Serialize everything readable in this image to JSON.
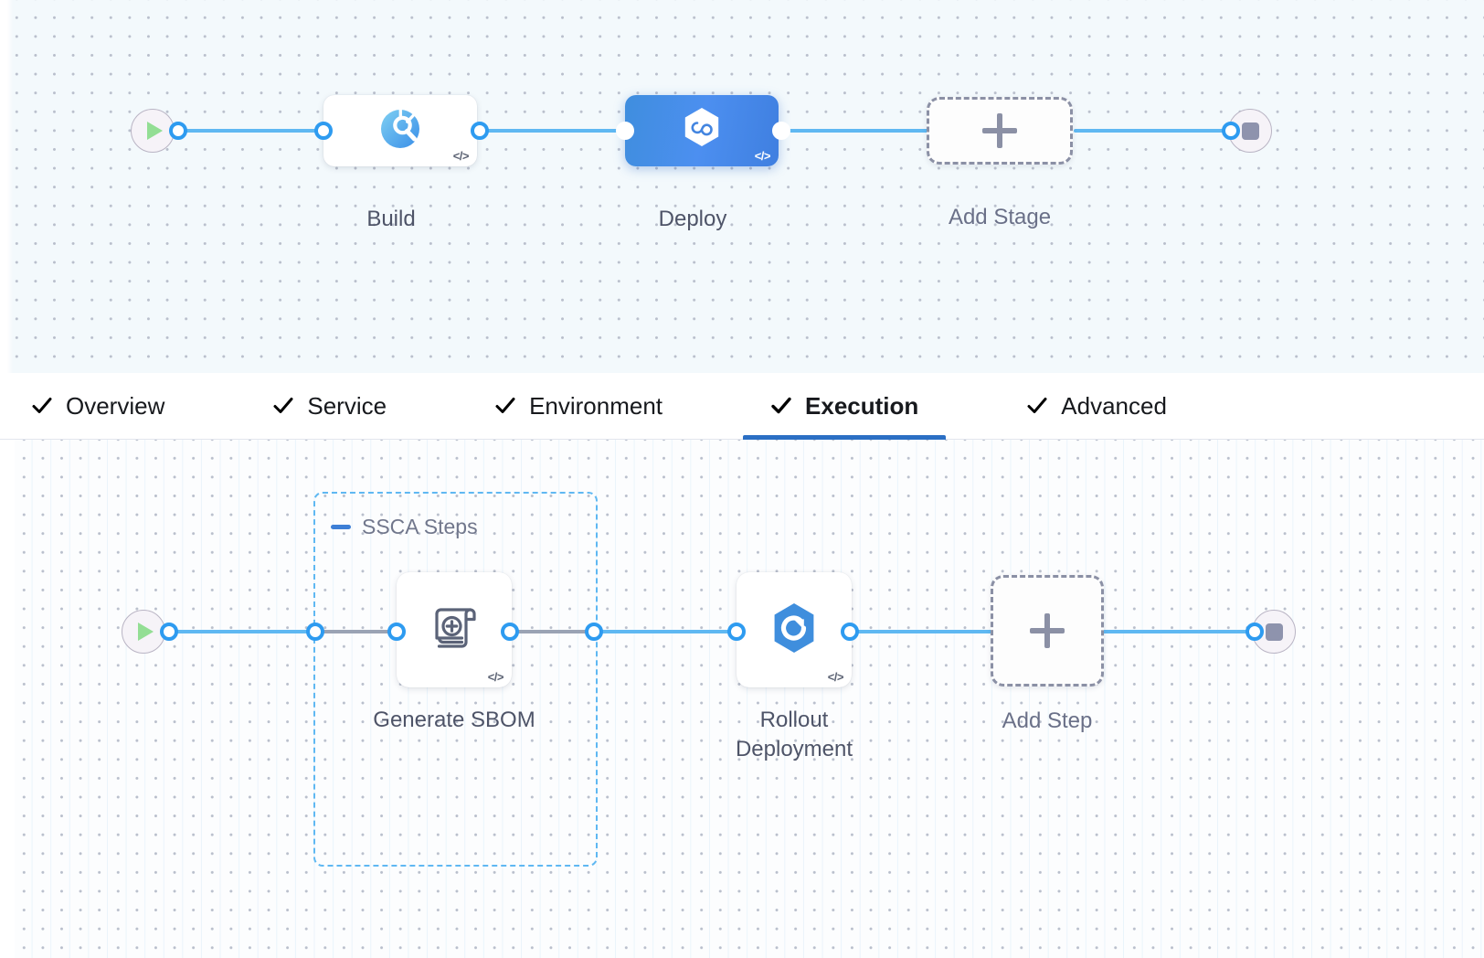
{
  "canvas": {
    "upper": {
      "name": "stages-canvas",
      "start_node": "pipeline-start",
      "end_node": "pipeline-end",
      "nodes": [
        {
          "id": "build",
          "label": "Build",
          "icon": "security-scan-icon",
          "selected": false,
          "code_badge": "</>"
        },
        {
          "id": "deploy",
          "label": "Deploy",
          "icon": "deploy-hexagon-icon",
          "selected": true,
          "code_badge": "</>"
        }
      ],
      "add_node": {
        "label": "Add Stage",
        "icon": "plus-icon"
      }
    },
    "lower": {
      "name": "execution-steps-canvas",
      "start_node": "execution-start",
      "end_node": "execution-end",
      "group": {
        "title": "SSCA Steps",
        "collapse_icon": "minus-icon"
      },
      "nodes": [
        {
          "id": "generate-sbom",
          "label": "Generate SBOM",
          "icon": "sbom-scroll-icon",
          "code_badge": "</>"
        },
        {
          "id": "rollout-deployment",
          "label": "Rollout\nDeployment",
          "icon": "k8s-rollout-icon",
          "code_badge": "</>"
        }
      ],
      "add_node": {
        "label": "Add Step",
        "icon": "plus-icon"
      }
    }
  },
  "tabs": [
    {
      "label": "Overview",
      "checked": true,
      "active": false
    },
    {
      "label": "Service",
      "checked": true,
      "active": false
    },
    {
      "label": "Environment",
      "checked": true,
      "active": false
    },
    {
      "label": "Execution",
      "checked": true,
      "active": true
    },
    {
      "label": "Advanced",
      "checked": true,
      "active": false
    }
  ],
  "colors": {
    "edge": "#5fb8f2",
    "port": "#2e9bf0",
    "selected_stage": "#4385e0",
    "active_tab_underline": "#2b6fc4",
    "group_border": "#5fb8f2",
    "canvas_bg": "#f3f9fc"
  }
}
